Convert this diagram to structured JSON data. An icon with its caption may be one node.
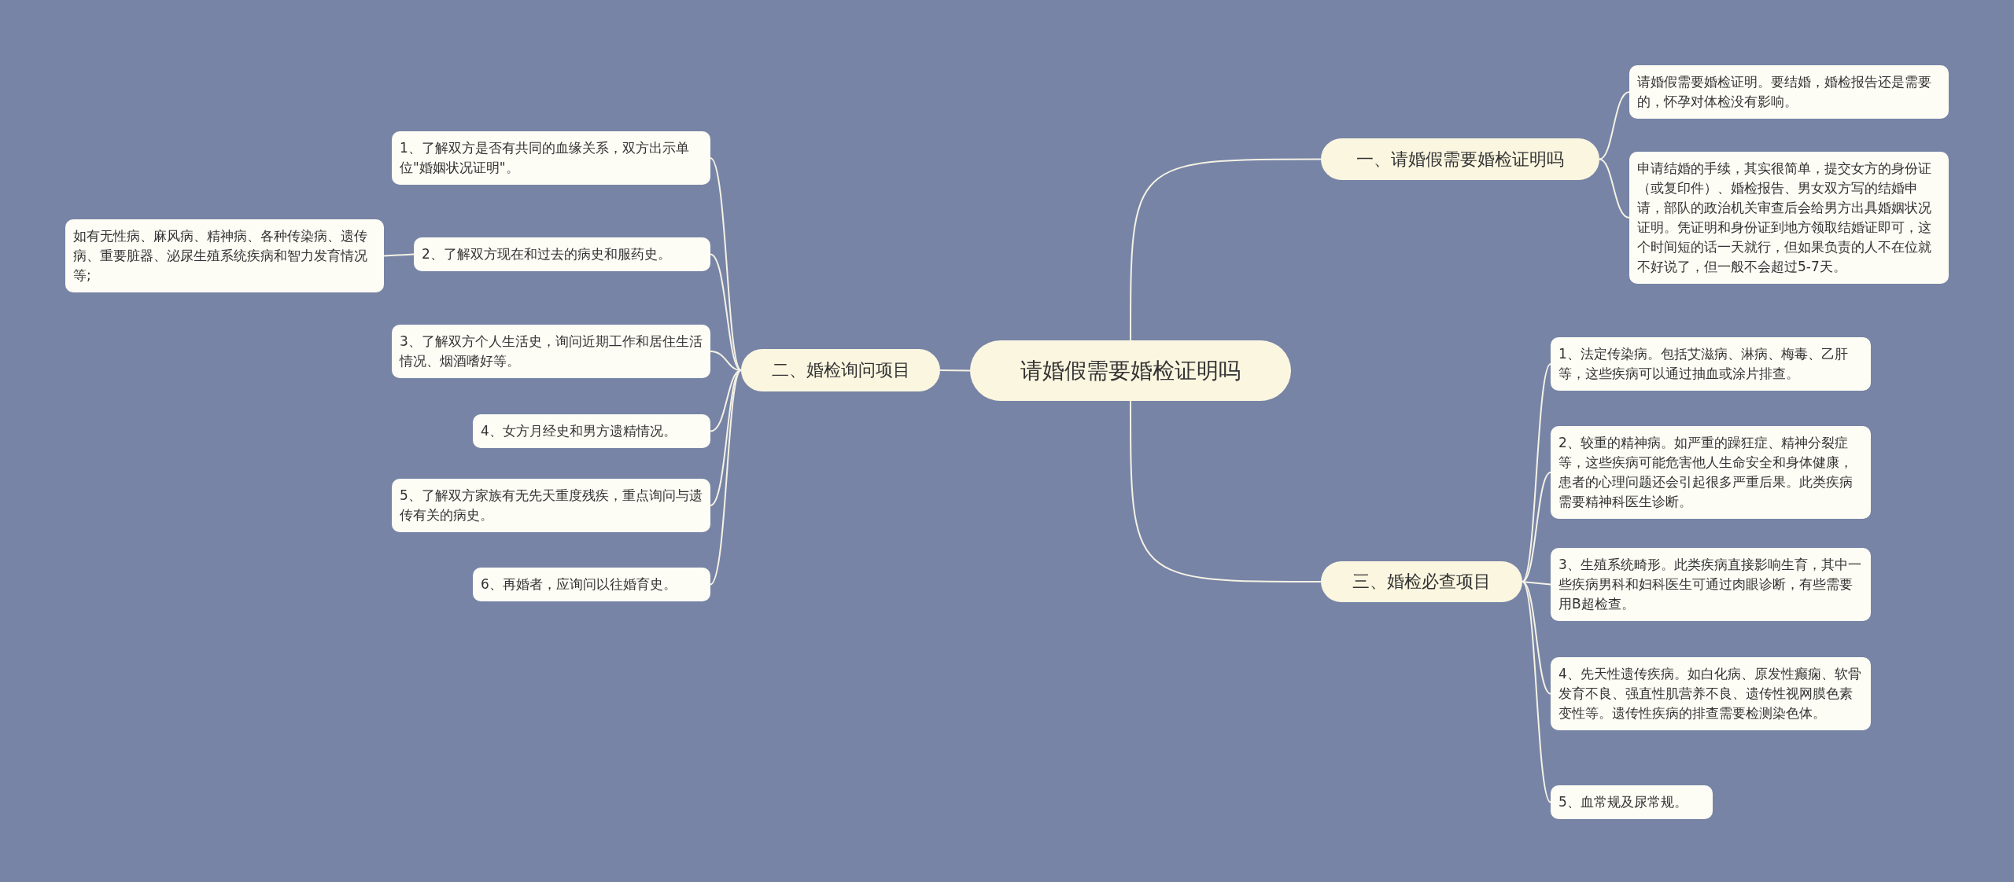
{
  "diagram": {
    "nodes": [
      {
        "text": [
          "请婚假需要婚检证明吗"
        ]
      },
      {
        "text": [
          "一、请婚假需要婚检证明吗"
        ]
      },
      {
        "text": [
          "请婚假需要婚检证明。要结婚，婚检报告还是需要的，怀孕对体检没有影响。"
        ]
      },
      {
        "text": [
          "申请结婚的手续，其实很简单，提交女方的身份证（或复印件）、婚检报告、男女双方写的结婚申请，部队的政治机关审查后会给男方出具婚姻状况证明。凭证明和身份证到地方领取结婚证即可，这个时间短的话一天就行，但如果负责的人不在位就不好说了，但一般不会超过5-7天。"
        ]
      },
      {
        "text": [
          "二、婚检询问项目"
        ]
      },
      {
        "text": [
          "1、了解双方是否有共同的血缘关系，双方出示单位\"婚姻状况证明\"。"
        ]
      },
      {
        "text": [
          "2、了解双方现在和过去的病史和服药史。"
        ]
      },
      {
        "text": [
          "如有无性病、麻风病、精神病、各种传染病、遗传病、重要脏器、泌尿生殖系统疾病和智力发育情况等;"
        ]
      },
      {
        "text": [
          "3、了解双方个人生活史，询问近期工作和居住生活情况、烟酒嗜好等。"
        ]
      },
      {
        "text": [
          "4、女方月经史和男方遗精情况。"
        ]
      },
      {
        "text": [
          "5、了解双方家族有无先天重度残疾，重点询问与遗传有关的病史。"
        ]
      },
      {
        "text": [
          "6、再婚者，应询问以往婚育史。"
        ]
      },
      {
        "text": [
          "三、婚检必查项目"
        ]
      },
      {
        "text": [
          "1、法定传染病。包括艾滋病、淋病、梅毒、乙肝等，这些疾病可以通过抽血或涂片排查。"
        ]
      },
      {
        "text": [
          "2、较重的精神病。如严重的躁狂症、精神分裂症等，这些疾病可能危害他人生命安全和身体健康，患者的心理问题还会引起很多严重后果。此类疾病需要精神科医生诊断。"
        ]
      },
      {
        "text": [
          "3、生殖系统畸形。此类疾病直接影响生育，其中一些疾病男科和妇科医生可通过肉眼诊断，有些需要用B超检查。"
        ]
      },
      {
        "text": [
          "4、先天性遗传疾病。如白化病、原发性癫痫、软骨发育不良、强直性肌营养不良、遗传性视网膜色素变性等。遗传性疾病的排查需要检测染色体。"
        ]
      },
      {
        "text": [
          "5、血常规及尿常规。"
        ]
      }
    ],
    "edges": [
      {
        "from": 0,
        "to": 1,
        "arrow": "none"
      },
      {
        "from": 1,
        "to": 2,
        "arrow": "none"
      },
      {
        "from": 1,
        "to": 3,
        "arrow": "none"
      },
      {
        "from": 0,
        "to": 4,
        "arrow": "none"
      },
      {
        "from": 4,
        "to": 5,
        "arrow": "none"
      },
      {
        "from": 4,
        "to": 6,
        "arrow": "none"
      },
      {
        "from": 6,
        "to": 7,
        "arrow": "none"
      },
      {
        "from": 4,
        "to": 8,
        "arrow": "none"
      },
      {
        "from": 4,
        "to": 9,
        "arrow": "none"
      },
      {
        "from": 4,
        "to": 10,
        "arrow": "none"
      },
      {
        "from": 4,
        "to": 11,
        "arrow": "none"
      },
      {
        "from": 0,
        "to": 12,
        "arrow": "none"
      },
      {
        "from": 12,
        "to": 13,
        "arrow": "none"
      },
      {
        "from": 12,
        "to": 14,
        "arrow": "none"
      },
      {
        "from": 12,
        "to": 15,
        "arrow": "none"
      },
      {
        "from": 12,
        "to": 16,
        "arrow": "none"
      },
      {
        "from": 12,
        "to": 17,
        "arrow": "none"
      }
    ]
  }
}
